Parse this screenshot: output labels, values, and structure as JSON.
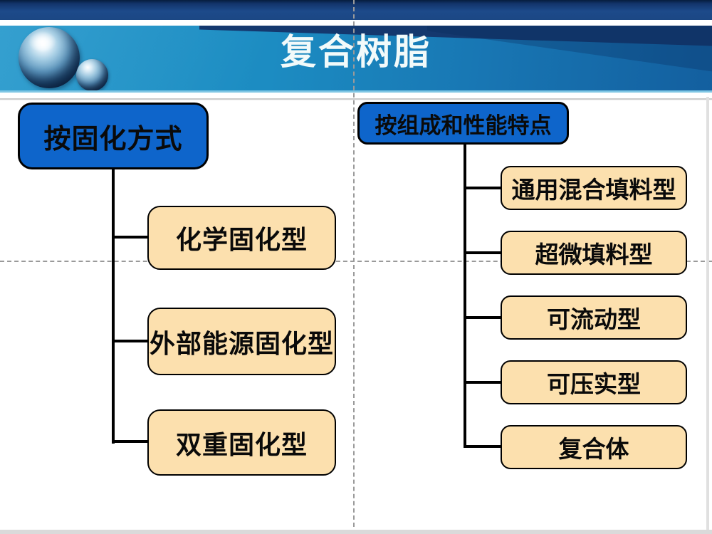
{
  "header": {
    "title": "复合树脂"
  },
  "left_tree": {
    "root": "按固化方式",
    "children": [
      "化学固化型",
      "外部能源固化型",
      "双重固化型"
    ]
  },
  "right_tree": {
    "root": "按组成和性能特点",
    "children": [
      "通用混合填料型",
      "超微填料型",
      "可流动型",
      "可压实型",
      "复合体"
    ]
  },
  "colors": {
    "root_box_fill": "#0E65CB",
    "child_box_fill": "#FCE0AE",
    "box_border": "#000000",
    "connector": "#000000",
    "banner_blue_left": "#1E95CA",
    "banner_blue_right": "#135F9F",
    "banner_dark_wedge": "#14386E",
    "topbar_navy": "#1D4A8A",
    "title_text": "#F2FAFA",
    "guide_line": "#9A9A9A"
  },
  "icons": {
    "big_sphere": "glossy-blue-sphere",
    "small_sphere": "glossy-blue-sphere-small"
  }
}
